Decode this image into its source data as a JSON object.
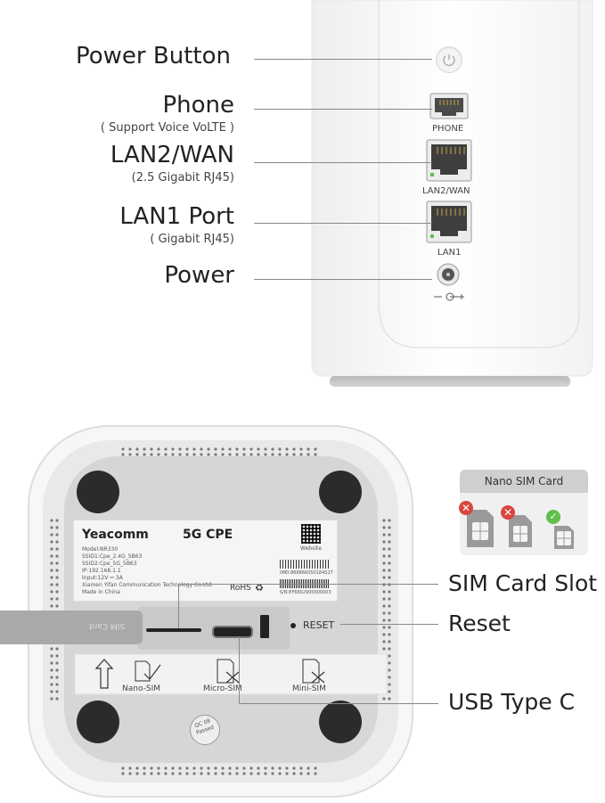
{
  "top_labels": {
    "power_button": "Power Button",
    "phone": "Phone",
    "phone_sub": "( Support Voice VoLTE )",
    "lan2": "LAN2/WAN",
    "lan2_sub": "(2.5 Gigabit RJ45)",
    "lan1": "LAN1 Port",
    "lan1_sub": "( Gigabit RJ45)",
    "power": "Power"
  },
  "port_labels": {
    "phone": "PHONE",
    "lan2": "LAN2/WAN",
    "lan1": "LAN1"
  },
  "bottom_labels": {
    "sim_slot": "SIM Card Slot",
    "reset": "Reset",
    "usb": "USB Type C"
  },
  "device_label": {
    "brand": "Yeacomm",
    "product": "5G CPE",
    "model": "Model:NR330",
    "ssid1": "SSID1:Cpe_2.4G_5B63",
    "ssid2": "SSID2:Cpe_5G_5B63",
    "ip": "IP:192.168.1.1",
    "input": "Input:12V ⎓ 3A",
    "maker": "Xiamen Yifan Communication Technology Co.Ltd.",
    "made_in": "Made in China",
    "website": "Website",
    "imei": "IMEI:868866050184S1T",
    "sn": "S/N:EF6802900000003",
    "rohs": "RoHS"
  },
  "sim_tab": "SIM Card",
  "reset_text": "RESET",
  "sim_guide": {
    "nano": "Nano-SIM",
    "micro": "Micro-SIM",
    "mini": "Mini-SIM"
  },
  "qc_badge": "QC 08 Passed",
  "nano_card": {
    "title": "Nano SIM Card"
  },
  "colors": {
    "router_body": "#fafafa",
    "base_grey": "#c8c8c8",
    "panel_grey": "#d9d9d9",
    "wrong_red": "#d9463c",
    "ok_green": "#5fbf4a"
  }
}
